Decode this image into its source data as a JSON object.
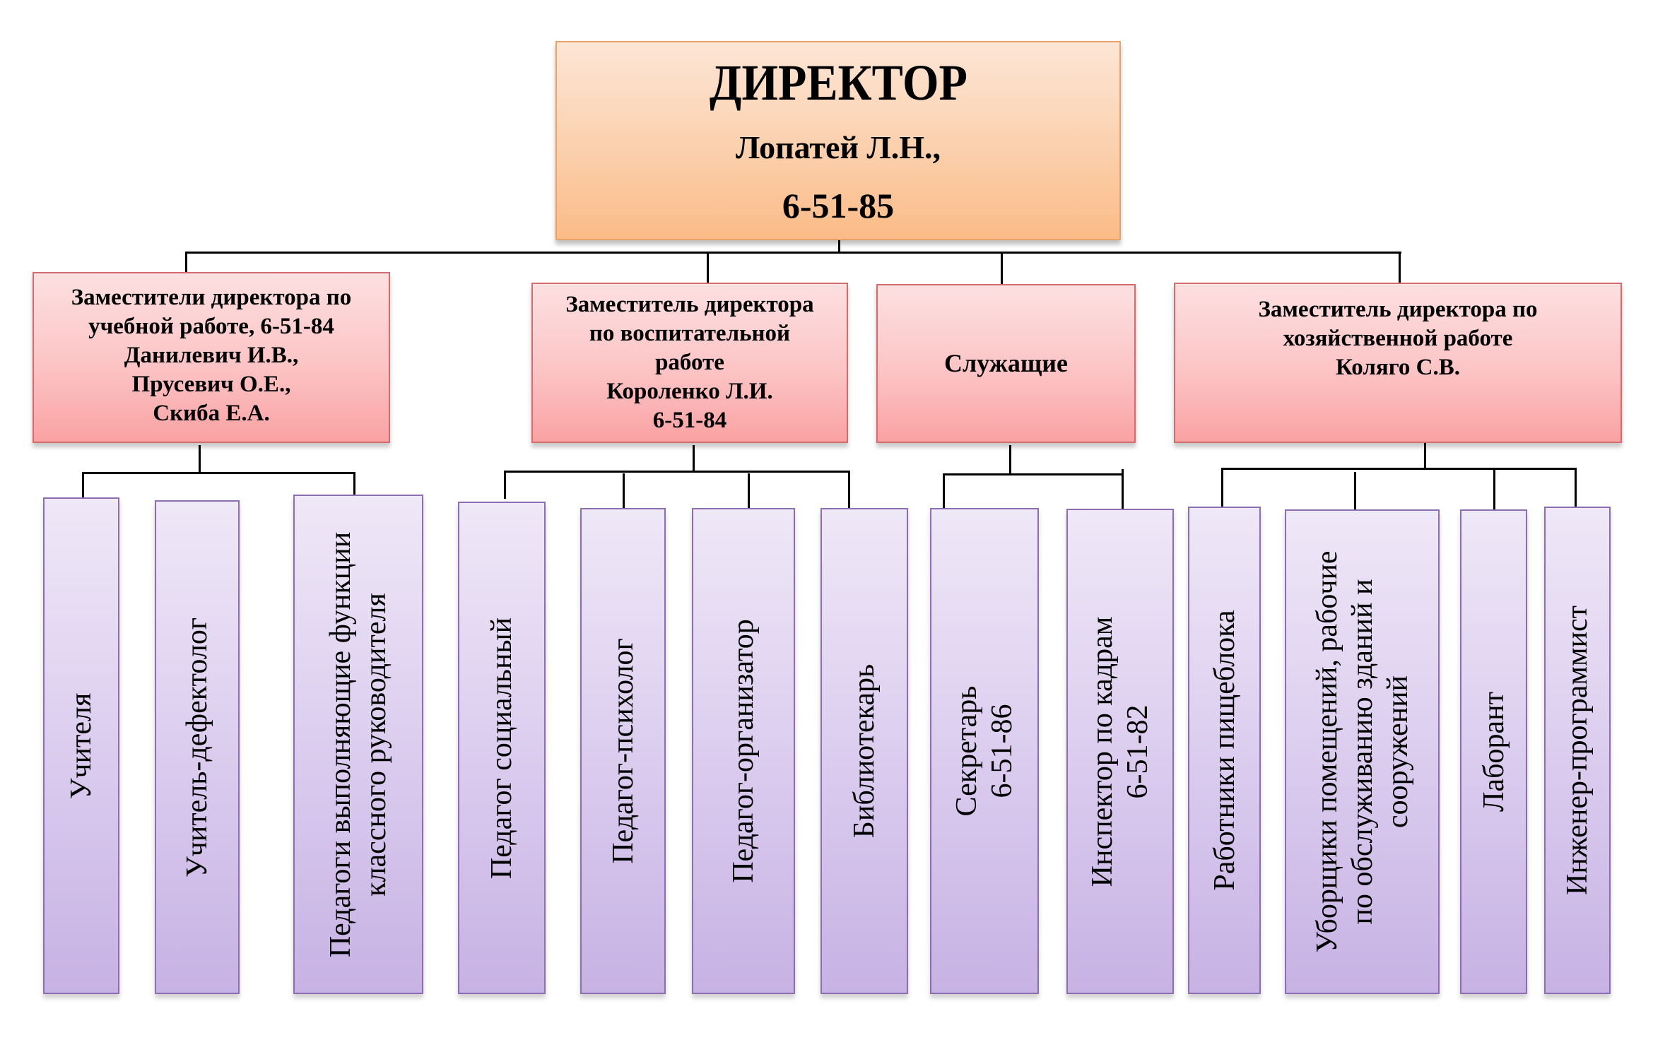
{
  "director": {
    "title": "ДИРЕКТОР",
    "name": "Лопатей Л.Н.,",
    "phone": "6-51-85"
  },
  "departments": [
    {
      "lines": [
        "Заместители директора по",
        "учебной работе, 6-51-84",
        "Данилевич И.В.,",
        "Прусевич О.Е.,",
        "Скиба Е.А."
      ],
      "children": [
        {
          "lines": [
            "Учителя"
          ]
        },
        {
          "lines": [
            "Учитель-дефектолог"
          ]
        },
        {
          "lines": [
            "Педагоги выполняющие функции",
            "классного руководителя"
          ]
        }
      ]
    },
    {
      "lines": [
        "Заместитель директора",
        "по воспитательной",
        "работе",
        "Короленко Л.И.",
        "6-51-84"
      ],
      "children": [
        {
          "lines": [
            "Педагог социальный"
          ]
        },
        {
          "lines": [
            "Педагог-психолог"
          ]
        },
        {
          "lines": [
            "Педагог-организатор"
          ]
        },
        {
          "lines": [
            "Библиотекарь"
          ]
        }
      ]
    },
    {
      "lines": [
        "Служащие"
      ],
      "children": [
        {
          "lines": [
            "Секретарь",
            "6-51-86"
          ]
        },
        {
          "lines": [
            "Инспектор по кадрам",
            "6-51-82"
          ]
        }
      ]
    },
    {
      "lines": [
        "Заместитель директора по",
        "хозяйственной работе",
        "Коляго С.В."
      ],
      "children": [
        {
          "lines": [
            "Работники пищеблока"
          ]
        },
        {
          "lines": [
            "Уборщики помещений, рабочие",
            "по обслуживанию зданий и",
            "сооружений"
          ]
        },
        {
          "lines": [
            "Лаборант"
          ]
        },
        {
          "lines": [
            "Инженер-программист"
          ]
        }
      ]
    }
  ],
  "colors": {
    "director_fill": "#fbbb87",
    "department_fill": "#faa2a3",
    "leaf_fill": "#c7b2e4",
    "connector": "#000000"
  }
}
